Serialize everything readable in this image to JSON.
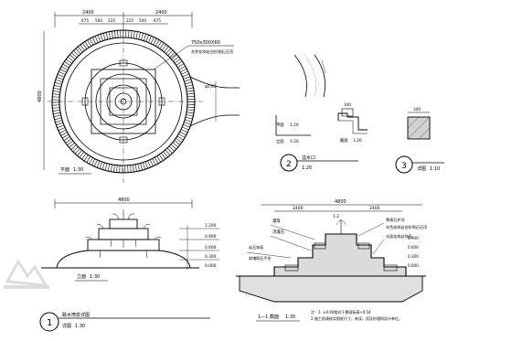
{
  "plan": {
    "dim_left": "2400",
    "dim_right": "2400",
    "dim_segments": [
      "675",
      "500",
      "225",
      "225",
      "500",
      "675"
    ],
    "dim_vertical": "4800",
    "leader_note_1": "750x300X60",
    "leader_note_2": "灰色花岗岩台阶侧石压顶",
    "right_dim": "φ0,95",
    "title": "平面",
    "scale": "1:30"
  },
  "elevation": {
    "dim_total": "4800",
    "levels": [
      "1.200",
      "0.900",
      "0.600",
      "0.300",
      "0.000"
    ],
    "title": "立面",
    "scale": "1:30"
  },
  "section": {
    "dim_total": "4800",
    "dim_left": "2400",
    "dim_right": "2400",
    "labels": [
      "灌溉",
      "浇灌石",
      "1.2",
      "0.900",
      "0.600",
      "0.300",
      "0.000",
      "岩石饰面",
      "景观石护顶",
      "灰色花岗岩台阶侧石压顶",
      "斜铺卵石平台",
      "光面花岗岩饰面"
    ],
    "title": "1—1 截面",
    "scale": "1:30",
    "note_1": "注：1. ±0.00相对于景观标高+0.54",
    "note_2": "2.施工前请核实图纸尺寸，有误，须及时通知设计单位。"
  },
  "detail_outlet": {
    "plan_label": "平面",
    "plan_scale": "1:20",
    "section_label": "立面",
    "section_scale": "1:20",
    "detail_label": "截面",
    "detail_scale": "1:20",
    "dim": "340",
    "number": "2",
    "title": "溢水口",
    "title_scale": "1:20"
  },
  "detail_3": {
    "dim": "340",
    "number": "3",
    "label": "详图",
    "scale": "1:10"
  },
  "title_block": {
    "number": "1",
    "name": "跌水喷泉详图",
    "scale_label": "详图",
    "scale": "1:30"
  }
}
